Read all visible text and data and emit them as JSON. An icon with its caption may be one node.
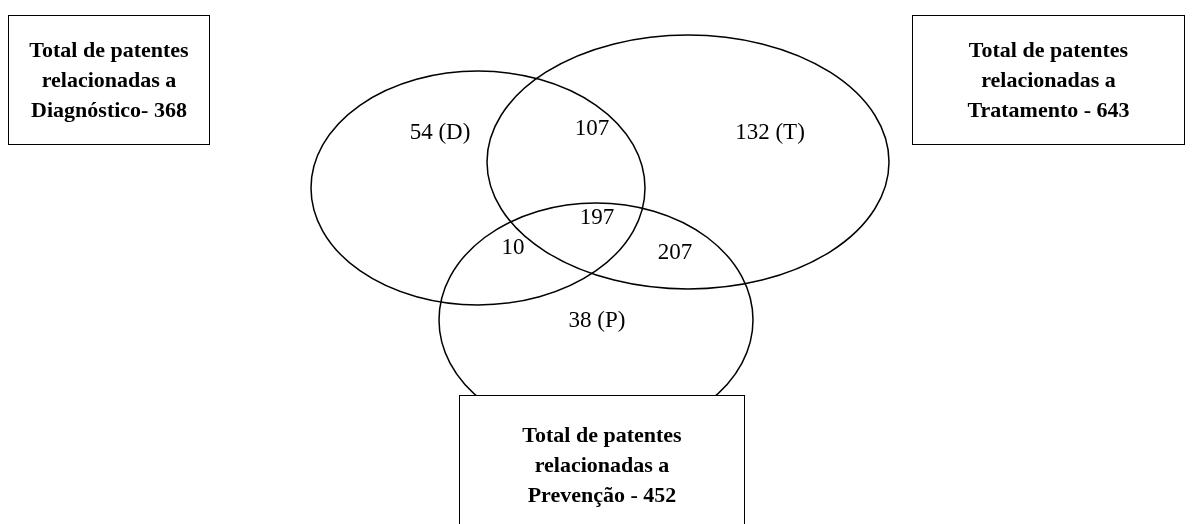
{
  "diagram": {
    "nodes": [
      {
        "text": [
          "Total de patentes relacionadas a Diagnóstico- 368"
        ]
      },
      {
        "text": [
          "Total de patentes relacionadas a Tratamento - 643"
        ]
      },
      {
        "text": [
          "54 (D)"
        ]
      },
      {
        "text": [
          "132 (T)"
        ]
      },
      {
        "text": [
          "38 (P)"
        ]
      },
      {
        "text": [
          "Total de patentes relacionadas a Prevenção - 452"
        ]
      }
    ],
    "edges": [],
    "labels": [
      "107",
      "197",
      "10",
      "207"
    ]
  }
}
